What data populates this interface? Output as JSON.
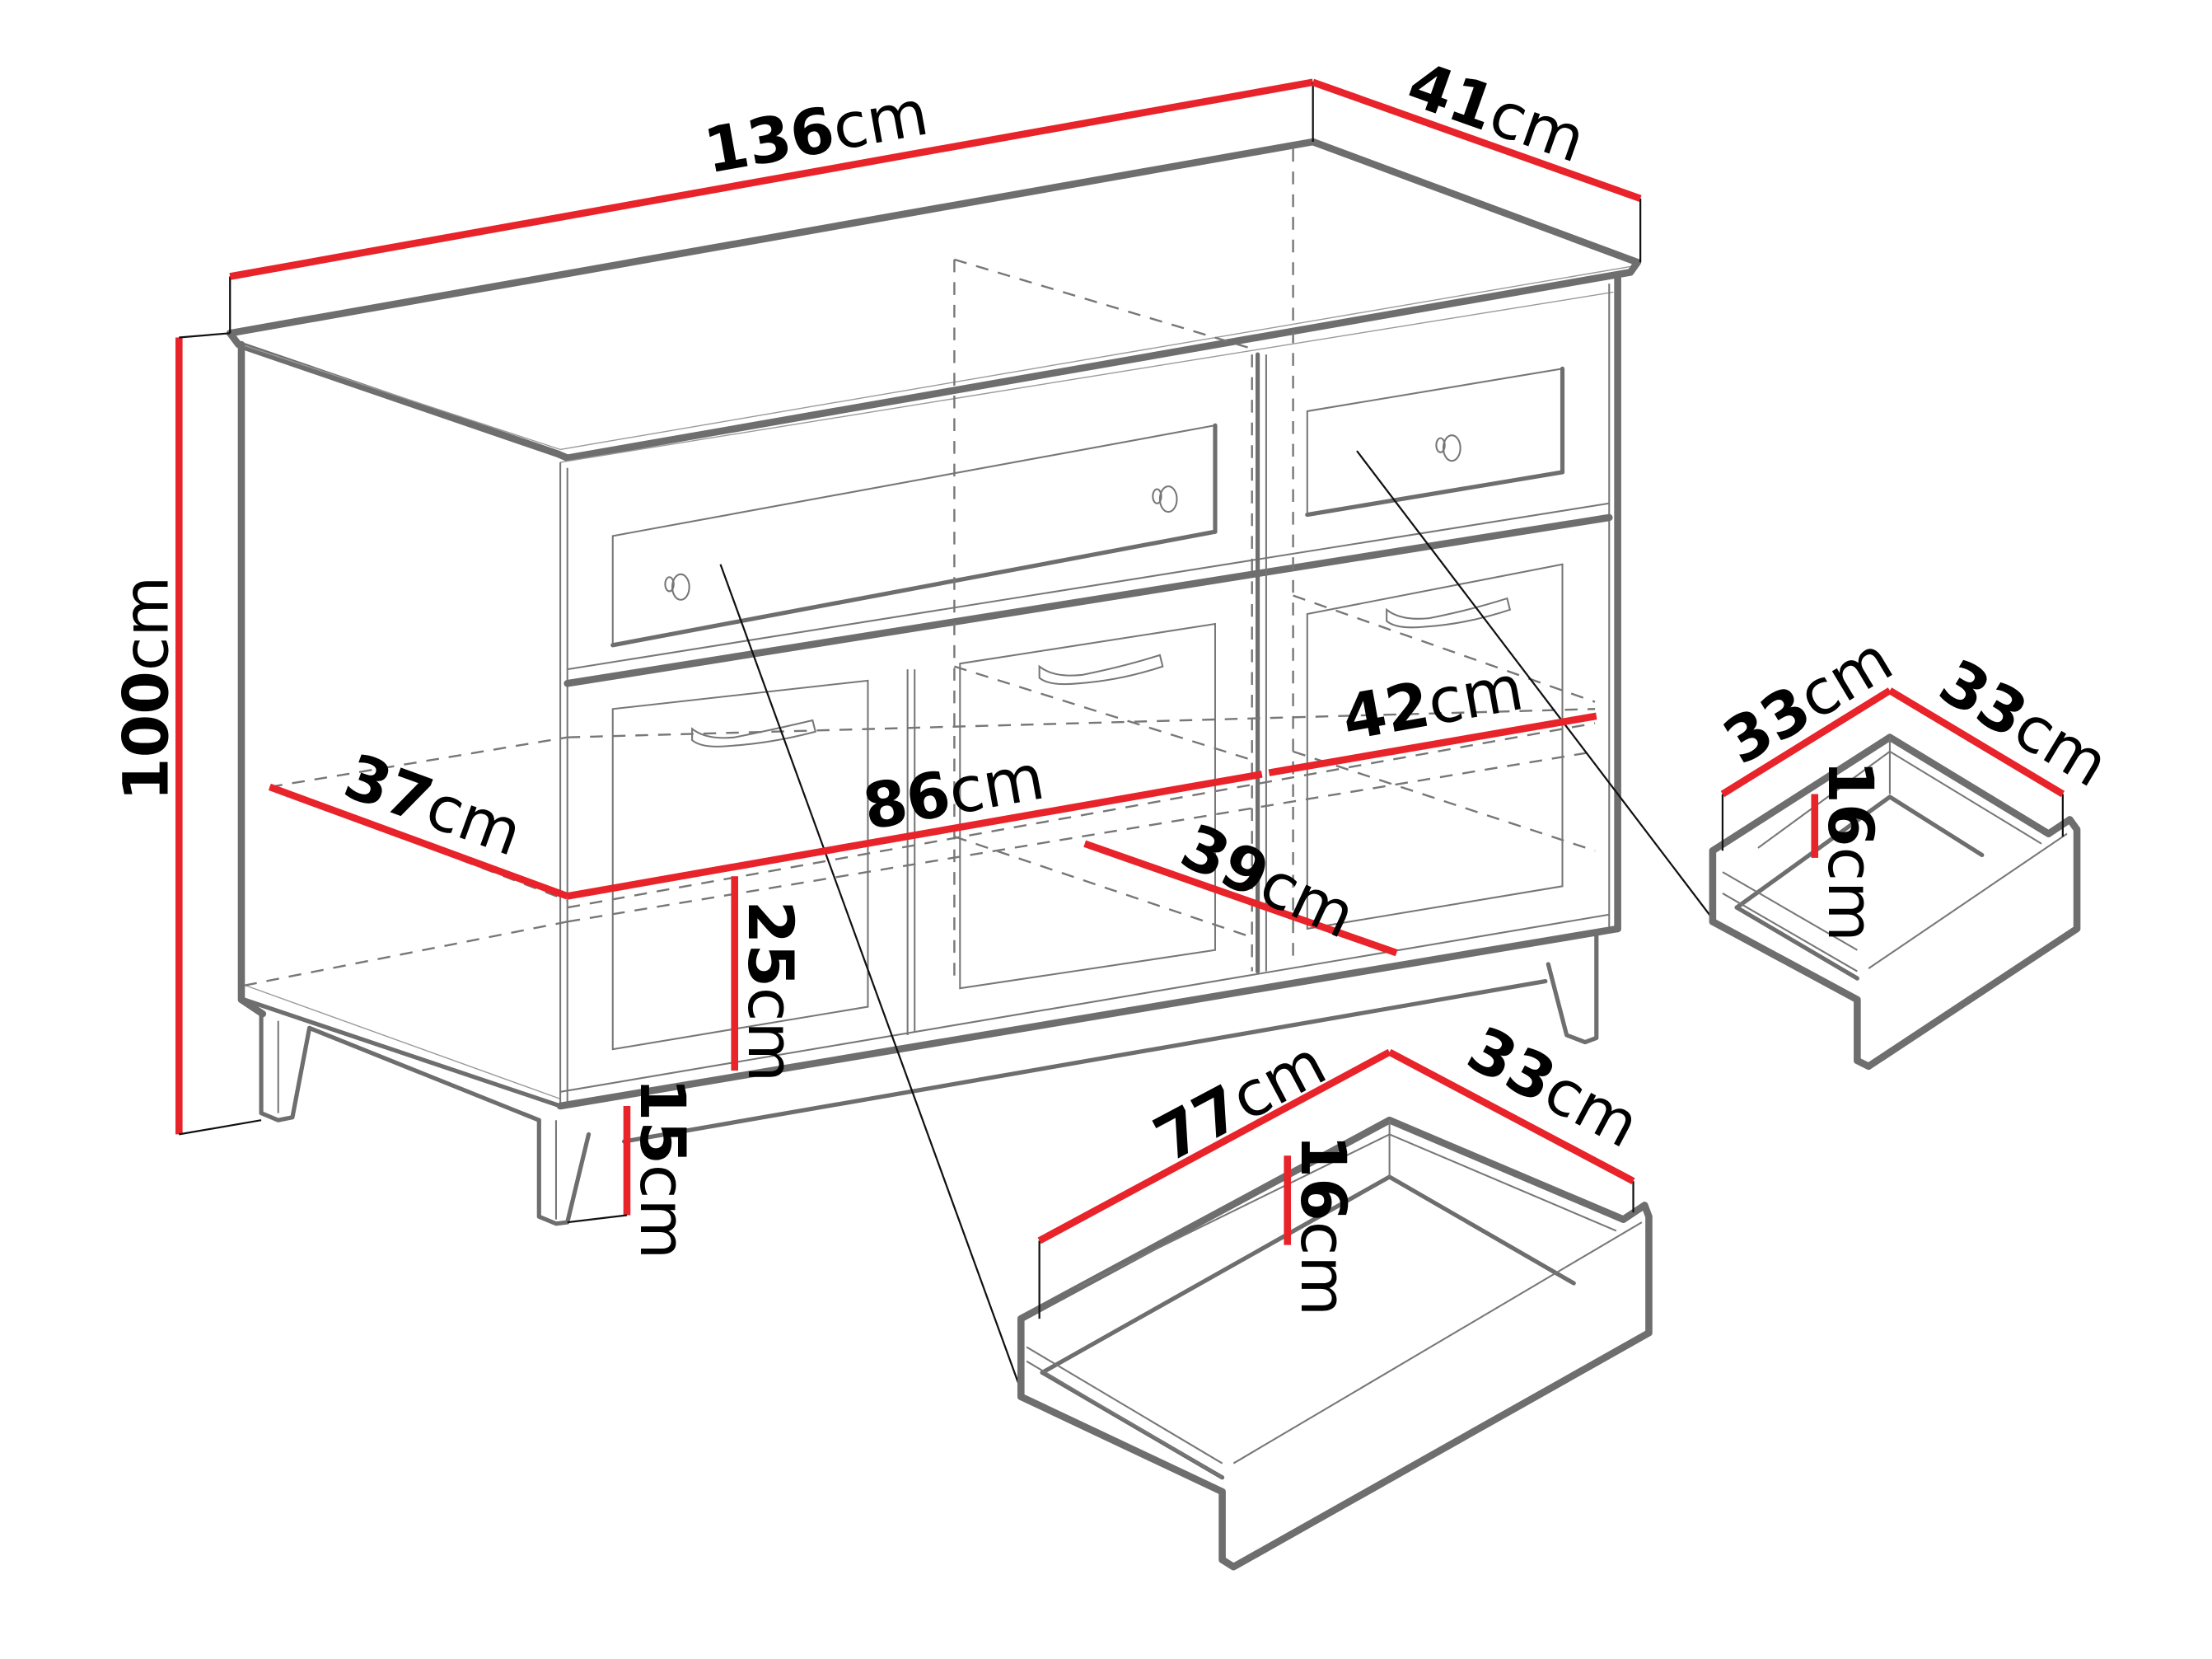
{
  "diagram": {
    "subject": "Sideboard / chest of drawers with dimensions",
    "accent_color": "#e8232a",
    "line_color": "#6e6e6e",
    "unit": "cm"
  },
  "dimensions": {
    "width": {
      "value": "136",
      "unit": "cm"
    },
    "depth": {
      "value": "41",
      "unit": "cm"
    },
    "height": {
      "value": "100",
      "unit": "cm"
    },
    "side_shelf_depth": {
      "value": "37",
      "unit": "cm"
    },
    "inner_width": {
      "value": "86",
      "unit": "cm"
    },
    "right_compartment_width": {
      "value": "42",
      "unit": "cm"
    },
    "inner_depth": {
      "value": "39",
      "unit": "cm"
    },
    "compartment_height": {
      "value": "25",
      "unit": "cm"
    },
    "leg_height": {
      "value": "15",
      "unit": "cm"
    }
  },
  "large_drawer": {
    "width": {
      "value": "77",
      "unit": "cm"
    },
    "depth": {
      "value": "33",
      "unit": "cm"
    },
    "height": {
      "value": "16",
      "unit": "cm"
    }
  },
  "small_drawer": {
    "width": {
      "value": "33",
      "unit": "cm"
    },
    "depth": {
      "value": "33",
      "unit": "cm"
    },
    "height": {
      "value": "16",
      "unit": "cm"
    }
  },
  "components": {
    "drawers": 2,
    "doors": 3,
    "legs": 4,
    "knob_icon": "round-knob-icon",
    "handle_icon": "curved-bar-handle-icon"
  }
}
